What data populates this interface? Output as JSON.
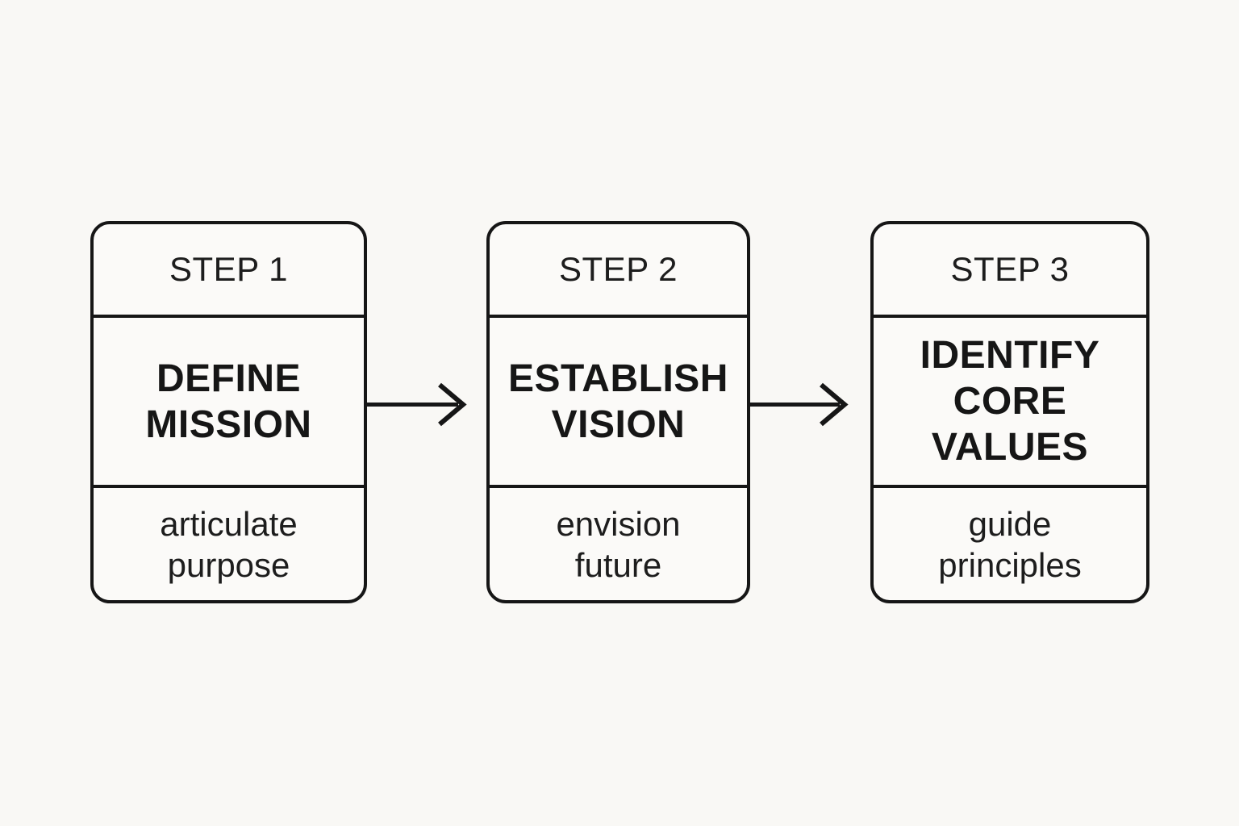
{
  "page": {
    "background_color": "#f9f8f5",
    "stroke_color": "#161616",
    "text_color": "#1a1a1a"
  },
  "diagram": {
    "type": "process-flow",
    "steps": [
      {
        "label": "STEP 1",
        "title": "DEFINE MISSION",
        "title_lines": [
          "DEFINE",
          "MISSION"
        ],
        "subtitle": "articulate purpose",
        "subtitle_lines": [
          "articulate",
          "purpose"
        ]
      },
      {
        "label": "STEP 2",
        "title": "ESTABLISH VISION",
        "title_lines": [
          "ESTABLISH",
          "VISION"
        ],
        "subtitle": "envision future",
        "subtitle_lines": [
          "envision",
          "future"
        ]
      },
      {
        "label": "STEP 3",
        "title": "IDENTIFY CORE VALUES",
        "title_lines": [
          "IDENTIFY",
          "CORE VALUES"
        ],
        "subtitle": "guide principles",
        "subtitle_lines": [
          "guide",
          "principles"
        ]
      }
    ],
    "connectors": [
      {
        "icon": "arrow-right-icon",
        "from": "STEP 1",
        "to": "STEP 2"
      },
      {
        "icon": "arrow-right-icon",
        "from": "STEP 2",
        "to": "STEP 3"
      }
    ]
  }
}
